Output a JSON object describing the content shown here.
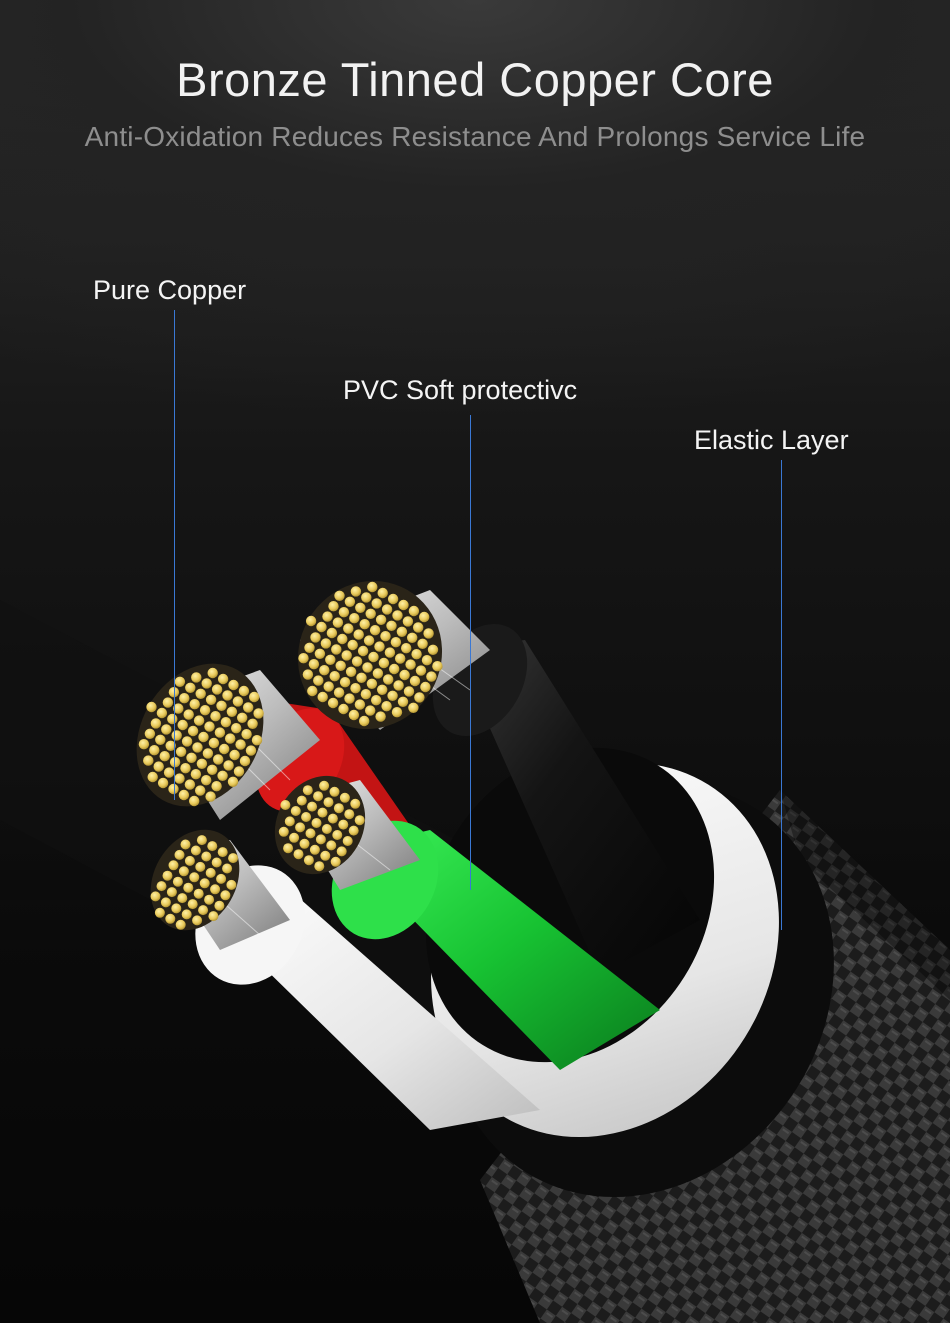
{
  "header": {
    "title": "Bronze Tinned Copper Core",
    "subtitle": "Anti-Oxidation Reduces Resistance And Prolongs Service Life"
  },
  "callouts": {
    "pure_copper": "Pure Copper",
    "pvc_soft": "PVC Soft protectivc",
    "elastic_layer": "Elastic Layer"
  },
  "colors": {
    "leader_line": "#3a78d4",
    "copper_strand": "#e8c95a",
    "wire_green": "#1fcf3a",
    "wire_red": "#d81818",
    "wire_black": "#141414",
    "wire_white": "#f0f0f0",
    "braid": "#2c2c2c"
  }
}
